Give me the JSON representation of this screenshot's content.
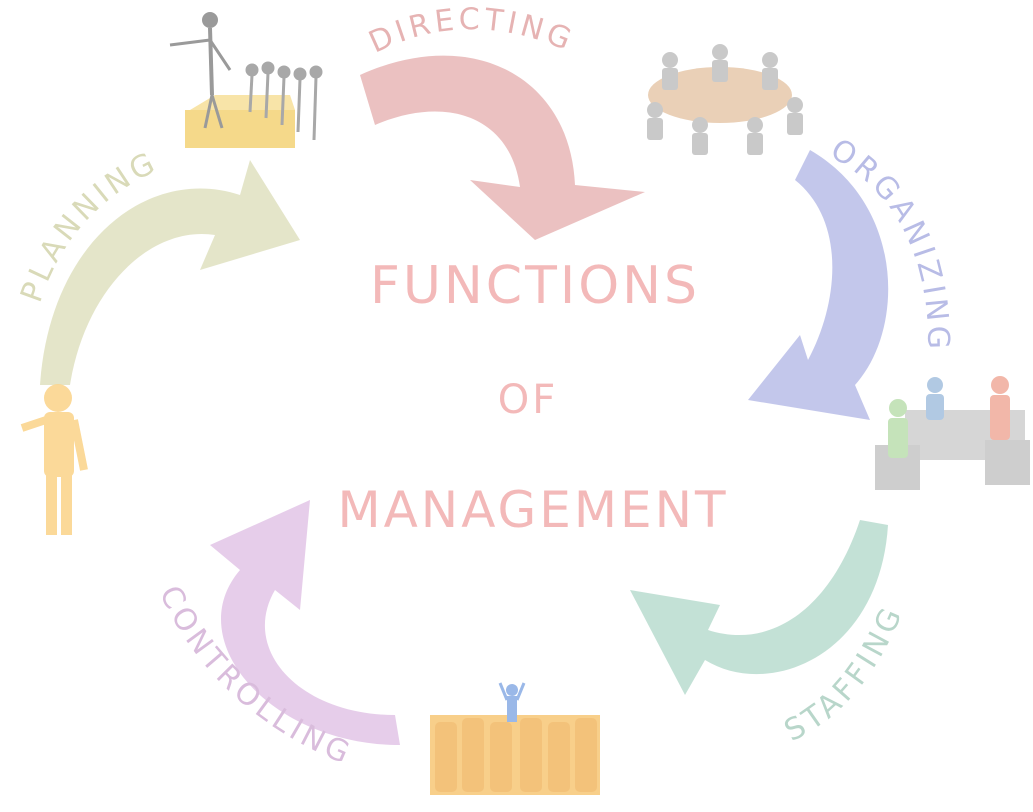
{
  "diagram": {
    "title_lines": [
      "FUNCTIONS",
      "OF",
      "MANAGEMENT"
    ],
    "title_color": "#f3b9b9",
    "functions": [
      {
        "name": "DIRECTING",
        "color": "#e8b6b6",
        "text_color": "#e6b3b3"
      },
      {
        "name": "ORGANIZING",
        "color": "#b9bde8",
        "text_color": "#b8bce6"
      },
      {
        "name": "STAFFING",
        "color": "#b9dccf",
        "text_color": "#b8d6ca"
      },
      {
        "name": "CONTROLLING",
        "color": "#e2c4e6",
        "text_color": "#d9bcdc"
      },
      {
        "name": "PLANNING",
        "color": "#dfe0c0",
        "text_color": "#d9dab8"
      }
    ],
    "flow": "clockwise"
  }
}
